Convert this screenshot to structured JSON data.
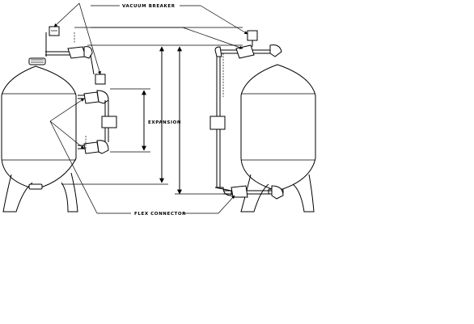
{
  "labels": {
    "vacuum_breaker": "VACUUM BREAKER",
    "expansion": "EXPANSION",
    "flex_connector": "FLEX CONNECTOR"
  },
  "colors": {
    "line": "#000000",
    "background": "#ffffff"
  }
}
